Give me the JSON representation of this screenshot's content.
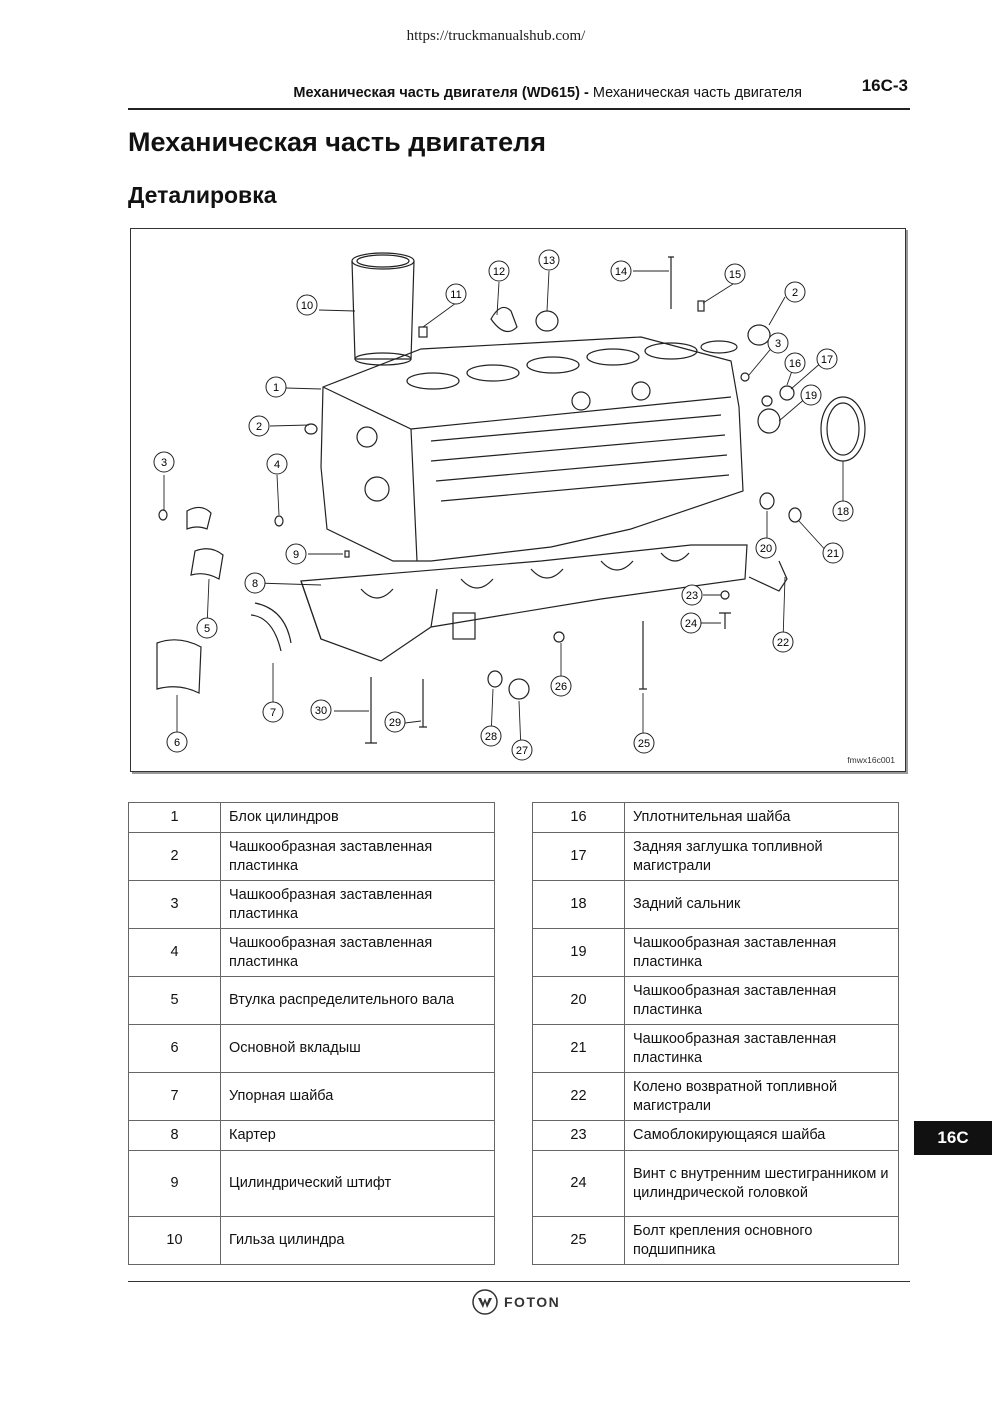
{
  "page": {
    "url": "https://truckmanualshub.com/",
    "header_bold": "Механическая часть двигателя (WD615)",
    "header_sep": " - ",
    "header_normal": "Механическая часть двигателя",
    "page_number": "16C-3",
    "title": "Механическая часть двигателя",
    "subtitle": "Деталировка",
    "figure_code": "fmwx16c001",
    "tab_label": "16C",
    "brand": "FOTON"
  },
  "figure": {
    "callouts": [
      "1",
      "2",
      "3",
      "4",
      "5",
      "6",
      "7",
      "8",
      "9",
      "10",
      "11",
      "12",
      "13",
      "14",
      "15",
      "2",
      "3",
      "16",
      "17",
      "19",
      "18",
      "20",
      "21",
      "22",
      "23",
      "24",
      "25",
      "26",
      "27",
      "28",
      "29",
      "30"
    ]
  },
  "parts_left": [
    {
      "num": "1",
      "desc": "Блок цилиндров"
    },
    {
      "num": "2",
      "desc": "Чашкообразная заставленная пластинка"
    },
    {
      "num": "3",
      "desc": "Чашкообразная заставленная пластинка"
    },
    {
      "num": "4",
      "desc": "Чашкообразная заставленная пластинка"
    },
    {
      "num": "5",
      "desc": "Втулка распределительного вала"
    },
    {
      "num": "6",
      "desc": "Основной вкладыш"
    },
    {
      "num": "7",
      "desc": "Упорная шайба"
    },
    {
      "num": "8",
      "desc": "Картер"
    },
    {
      "num": "9",
      "desc": "Цилиндрический штифт"
    },
    {
      "num": "10",
      "desc": "Гильза цилиндра"
    }
  ],
  "parts_right": [
    {
      "num": "16",
      "desc": "Уплотнительная шайба"
    },
    {
      "num": "17",
      "desc": "Задняя заглушка топливной магистрали"
    },
    {
      "num": "18",
      "desc": "Задний сальник"
    },
    {
      "num": "19",
      "desc": "Чашкообразная заставленная пластинка"
    },
    {
      "num": "20",
      "desc": "Чашкообразная заставленная пластинка"
    },
    {
      "num": "21",
      "desc": "Чашкообразная заставленная пластинка"
    },
    {
      "num": "22",
      "desc": "Колено возвратной топливной магистрали"
    },
    {
      "num": "23",
      "desc": "Самоблокирующаяся шайба"
    },
    {
      "num": "24",
      "desc": "Винт с внутренним шестигранником и цилиндрической головкой"
    },
    {
      "num": "25",
      "desc": "Болт крепления основного подшипника"
    }
  ]
}
